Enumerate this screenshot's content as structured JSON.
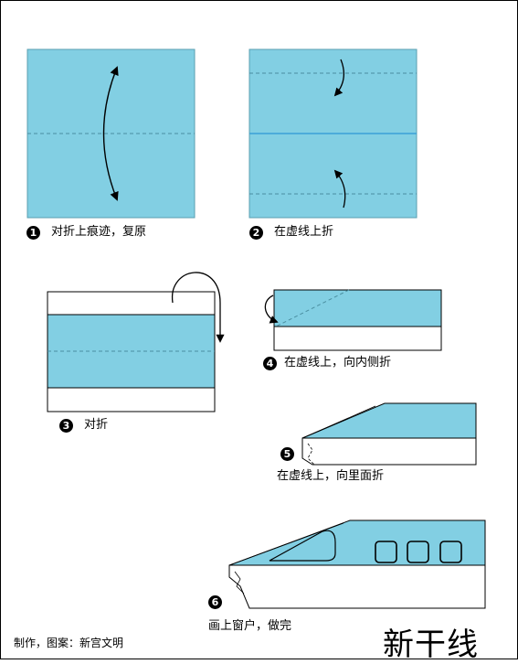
{
  "title": "新干线",
  "credit": "制作，图案：新宫文明",
  "colors": {
    "paper": "#82cfe3",
    "fold_line": "#5a9fb0",
    "valley_line": "#3aa0d8",
    "outline": "#000000"
  },
  "steps": [
    {
      "num": "1",
      "caption": "对折上痕迹，复原"
    },
    {
      "num": "2",
      "caption": "在虚线上折"
    },
    {
      "num": "3",
      "caption": "对折"
    },
    {
      "num": "4",
      "caption": "在虚线上，向内侧折"
    },
    {
      "num": "5",
      "caption": "在虚线上，向里面折"
    },
    {
      "num": "6",
      "caption": "画上窗户，做完"
    }
  ]
}
